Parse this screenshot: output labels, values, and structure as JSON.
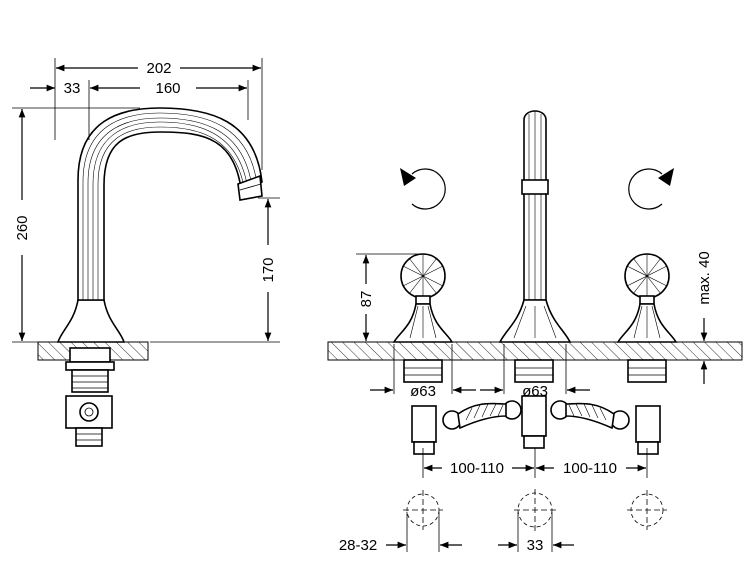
{
  "labels": {
    "spout_overall_width": "202",
    "spout_offset": "33",
    "spout_reach": "160",
    "spout_total_height": "260",
    "spout_outlet_height": "170",
    "handle_height": "87",
    "escutcheon_dia_left": "ø63",
    "escutcheon_dia_center": "ø63",
    "max_deck_thickness": "max. 40",
    "spacing_left": "100-110",
    "spacing_right": "100-110",
    "hole_dia_handle": "28-32",
    "hole_dia_spout": "33"
  },
  "icons": {
    "rotation_left": "counterclockwise-arrow-icon",
    "rotation_right": "clockwise-arrow-icon"
  },
  "colors": {
    "line": "#000000",
    "background": "#ffffff"
  }
}
